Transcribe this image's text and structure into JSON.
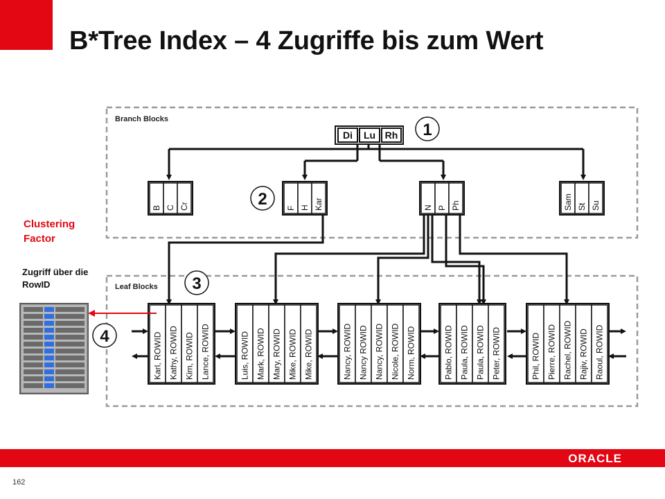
{
  "slide": {
    "title": "B*Tree Index – 4 Zugriffe bis zum Wert",
    "clustering_factor": "Clustering Factor",
    "rowid_access": "Zugriff über die RowID",
    "page_number": "162",
    "logo": "ORACLE"
  },
  "diagram": {
    "branch_label": "Branch Blocks",
    "leaf_label": "Leaf Blocks",
    "root": [
      "Di",
      "Lu",
      "Rh"
    ],
    "branches": [
      [
        "B",
        "C",
        "Cr"
      ],
      [
        "F",
        "H",
        "Kar"
      ],
      [
        "N",
        "P",
        "Ph"
      ],
      [
        "Sam",
        "St",
        "Su"
      ]
    ],
    "leaves": [
      [
        "Karl, ROWID",
        "Kathy, ROWID",
        "Kim, ROWID",
        "Lance, ROWID"
      ],
      [
        "Luis, ROWID",
        "Mark, ROWID",
        "Mary, ROWID",
        "Mike, ROWID",
        "Mike, ROWID"
      ],
      [
        "Nancy, ROWID",
        "Nancy ROWID",
        "Nancy, ROWID",
        "Nicole, ROWID",
        "Norm, ROWID"
      ],
      [
        "Pablo, ROWID",
        "Paula, ROWID",
        "Paula, ROWID",
        "Peter, ROWID"
      ],
      [
        "Phil, ROWID",
        "Pierre, ROWID",
        "Rachel, ROWID",
        "Rajiv, ROWID",
        "Raoul, ROWID"
      ]
    ],
    "step_numbers": [
      "1",
      "2",
      "3",
      "4"
    ]
  }
}
